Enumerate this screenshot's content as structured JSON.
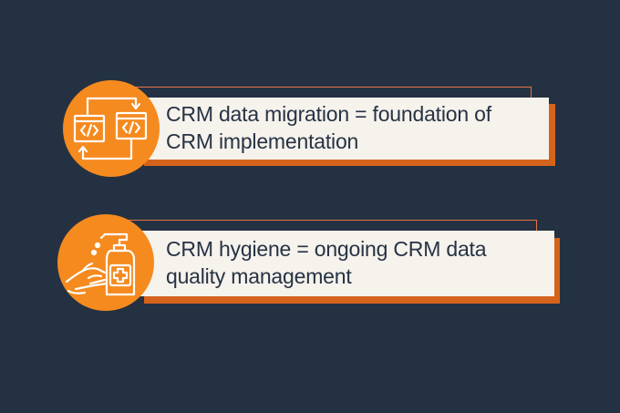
{
  "colors": {
    "background": "#243142",
    "accent": "#f58a1f",
    "shadow": "#d4631c",
    "outline": "#e8734a",
    "card": "#f6f2ec",
    "text": "#263344"
  },
  "items": [
    {
      "icon": "code-migration-icon",
      "line1": "CRM data migration = foundation of",
      "line2": "CRM implementation"
    },
    {
      "icon": "hand-sanitizer-icon",
      "line1": "CRM hygiene = ongoing CRM data",
      "line2": "quality management"
    }
  ]
}
